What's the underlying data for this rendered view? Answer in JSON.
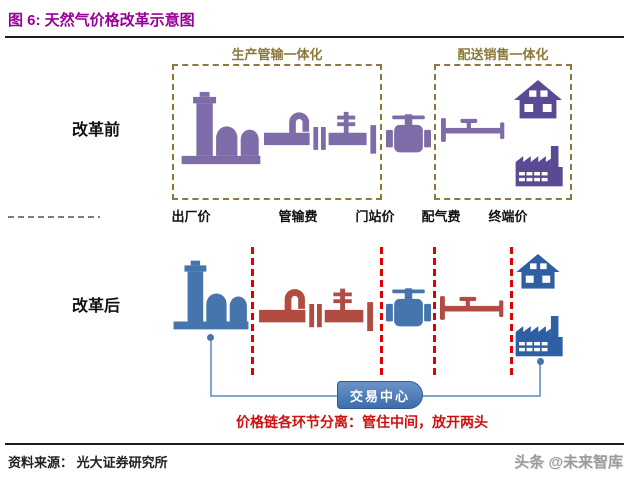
{
  "title": "图 6: 天然气价格改革示意图",
  "colors": {
    "title": "#990099",
    "olive": "#8a7a3c",
    "purple": "#7d6ca8",
    "purpleDark": "#5a4a94",
    "red": "#b24b42",
    "dashRed": "#e10000",
    "blue": "#4674ad",
    "blueDark": "#2e5fa3",
    "slogan": "#cc1111",
    "watermark": "#9b9b9b"
  },
  "rows": {
    "before": "改革前",
    "after": "改革后"
  },
  "groups": {
    "production": "生产管输一体化",
    "distribution": "配送销售一体化"
  },
  "prices": [
    "出厂价",
    "管输费",
    "门站价",
    "配气费",
    "终端价"
  ],
  "trading_center_label": "交易中心",
  "slogan": "价格链各环节分离：管住中间，放开两头",
  "footer": {
    "source": "资料来源： 光大证券研究所",
    "watermark": "头条 @未来智库"
  },
  "icon_names": [
    "refinery-icon",
    "pipeline-icon",
    "valve-icon",
    "distribution-pipe-icon",
    "house-icon",
    "factory-icon"
  ]
}
